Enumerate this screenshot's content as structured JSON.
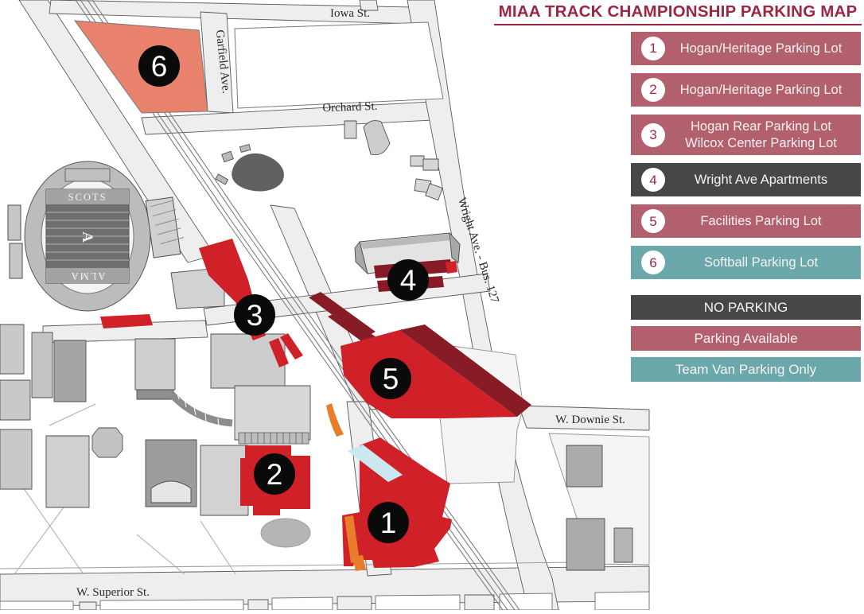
{
  "title": "MIAA TRACK CHAMPIONSHIP PARKING MAP",
  "colors": {
    "title_maroon": "#9b2742",
    "legend_rose": "#b2606e",
    "legend_dark_gray": "#474747",
    "legend_teal": "#6aa8ab",
    "lot_bright_red": "#cf2127",
    "lot_dark_maroon": "#871c26",
    "lot_salmon": "#e8826c",
    "accent_orange": "#e87d2a",
    "accent_light_blue": "#c9e8ef",
    "marker_black": "#0a0a0a"
  },
  "legend": {
    "items": [
      {
        "number": "1",
        "lines": [
          "Hogan/Heritage Parking Lot"
        ],
        "color": "#b2606e"
      },
      {
        "number": "2",
        "lines": [
          "Hogan/Heritage Parking Lot"
        ],
        "color": "#b2606e"
      },
      {
        "number": "3",
        "lines": [
          "Hogan Rear Parking Lot",
          "Wilcox Center Parking Lot"
        ],
        "color": "#b2606e"
      },
      {
        "number": "4",
        "lines": [
          "Wright Ave Apartments"
        ],
        "color": "#474747"
      },
      {
        "number": "5",
        "lines": [
          "Facilities Parking Lot"
        ],
        "color": "#b2606e"
      },
      {
        "number": "6",
        "lines": [
          "Softball Parking Lot"
        ],
        "color": "#6aa8ab"
      }
    ],
    "statuses": [
      {
        "label": "NO PARKING",
        "color": "#474747"
      },
      {
        "label": "Parking Available",
        "color": "#b2606e"
      },
      {
        "label": "Team Van Parking Only",
        "color": "#6aa8ab"
      }
    ]
  },
  "map": {
    "streets": {
      "iowa": "Iowa St.",
      "garfield": "Garfield Ave.",
      "orchard": "Orchard St.",
      "wright": "Wright Ave. - Bus. 127",
      "downie": "W. Downie St.",
      "superior": "W. Superior St."
    },
    "stadium": {
      "top_text": "SCOTS",
      "bottom_text": "ALMA",
      "center_letter": "A"
    },
    "lots": [
      {
        "number": "1"
      },
      {
        "number": "2"
      },
      {
        "number": "3"
      },
      {
        "number": "4"
      },
      {
        "number": "5"
      },
      {
        "number": "6"
      }
    ]
  }
}
